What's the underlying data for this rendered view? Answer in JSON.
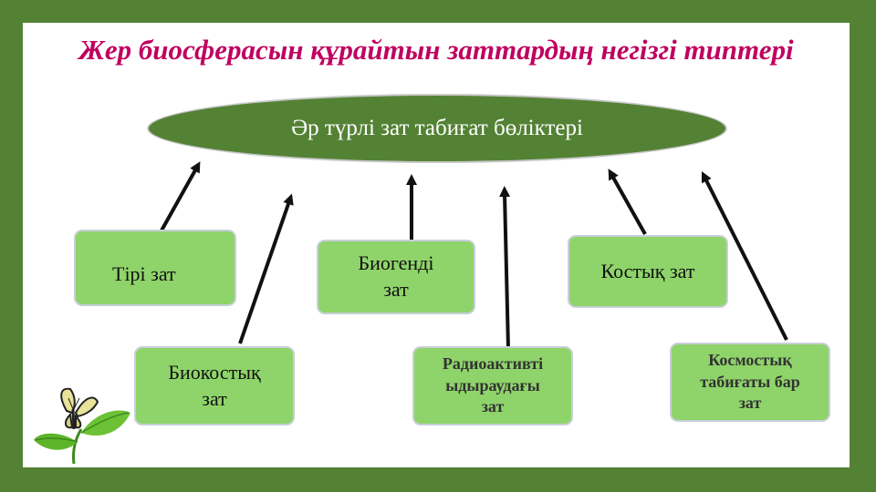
{
  "title": "Жер биосферасын құрайтын заттардың негізгі типтері",
  "center": "Әр түрлі зат табиғат бөліктері",
  "boxes": {
    "tiri": "Тірі зат",
    "biogendi_line1": "Биогенді",
    "biogendi_line2": "зат",
    "kostyk": "Костық зат",
    "biokostyk_line1": "Биокостық",
    "biokostyk_line2": "зат",
    "radio_line1": "Радиоактивті",
    "radio_line2": "ыдыраудағы",
    "radio_line3": "зат",
    "kosmos_line1": "Космостық",
    "kosmos_line2": "табиғаты бар",
    "kosmos_line3": "зат"
  },
  "icons": {
    "decoration": "butterfly-on-leaves-icon"
  },
  "colors": {
    "frame": "#548235",
    "title": "#c00060",
    "ellipse": "#548235",
    "box": "#8fd46a"
  }
}
